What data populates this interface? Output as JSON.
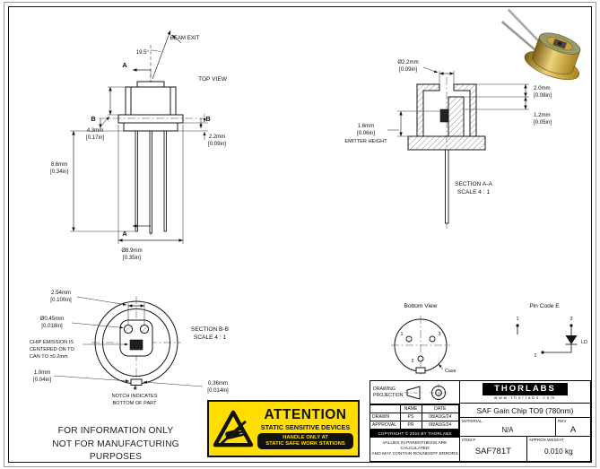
{
  "sheet": {
    "info_line1": "FOR INFORMATION ONLY",
    "info_line2": "NOT FOR MANUFACTURING PURPOSES"
  },
  "top_view": {
    "title": "TOP VIEW",
    "beam_exit_label": "BEAM EXIT",
    "beam_angle": "19.5°",
    "section_mark_a": "A",
    "section_mark_b": "B",
    "dim_cap_height": {
      "mm": "4.3mm",
      "inch": "[0.17in]"
    },
    "dim_flange_thickness": {
      "mm": "2.2mm",
      "inch": "[0.09in]"
    },
    "dim_pin_length": {
      "mm": "8.6mm",
      "inch": "[0.34in]"
    },
    "dim_can_diameter": {
      "mm": "Ø8.9mm",
      "inch": "[0.35in]"
    }
  },
  "section_aa": {
    "title": "SECTION A-A",
    "scale": "SCALE 4 : 1",
    "dim_aperture": {
      "mm": "Ø2.2mm",
      "inch": "[0.09in]"
    },
    "dim_cap_step": {
      "mm": "2.0mm",
      "inch": "[0.08in]"
    },
    "dim_window": {
      "mm": "1.2mm",
      "inch": "[0.05in]"
    },
    "dim_emitter": {
      "mm": "1.6mm",
      "inch": "[0.06in]"
    },
    "emitter_note": "EMITTER HEIGHT"
  },
  "section_bb": {
    "title": "SECTION B-B",
    "scale": "SCALE 4 : 1",
    "dim_pin_spacing": {
      "mm": "2.54mm",
      "inch": "[0.100in]"
    },
    "dim_pin_diameter": {
      "mm": "Ø0.45mm",
      "inch": "[0.018in]"
    },
    "chip_note_line1": "CHIP EMISSION IS",
    "chip_note_line2": "CENTERED ON TO",
    "chip_note_line3": "CAN TO ±0.2mm",
    "dim_notch_width": {
      "mm": "1.0mm",
      "inch": "[0.04in]"
    },
    "dim_notch_depth": {
      "mm": "0.36mm",
      "inch": "[0.014in]"
    },
    "notch_note_line1": "NOTCH INDICATES",
    "notch_note_line2": "BOTTOM OF PART"
  },
  "bottom_view": {
    "title": "Bottom View",
    "pin1": "1",
    "pin2": "2",
    "pin3": "3",
    "case_label": "Case"
  },
  "pin_code": {
    "title": "Pin Code E",
    "pin1": "1",
    "pin2": "2",
    "pin3": "3",
    "diode_label": "LD"
  },
  "attention": {
    "title": "ATTENTION",
    "subtitle": "STATIC SENSITIVE DEVICES",
    "bar_line1": "HANDLE ONLY AT",
    "bar_line2": "STATIC SAFE WORK STATIONS"
  },
  "title_block": {
    "projection_line1": "DRAWING",
    "projection_line2": "PROJECTION",
    "col_name": "NAME",
    "col_date": "DATE",
    "drawn_label": "DRAWN",
    "drawn_name": "PS",
    "drawn_date": "08/AUG/24",
    "approval_label": "APPROVAL",
    "approval_name": "PR",
    "approval_date": "08/AUG/24",
    "copyright": "COPYRIGHT © 2024 BY THORLABS",
    "disclaimer_line1": "VALUES IN PARENTHESIS ARE CALCULATED",
    "disclaimer_line2": "AND MAY CONTAIN ROUNDOFF ERRORS",
    "brand": "THORLABS",
    "website": "www.thorlabs.com",
    "drawing_title": "SAF Gain Chip TO9 (780nm)",
    "material_label": "MATERIAL",
    "material_value": "N/A",
    "rev_label": "REV",
    "rev_value": "A",
    "item_label": "ITEM #",
    "item_value": "SAF781T",
    "weight_label": "APPROX WEIGHT",
    "weight_value": "0.010 kg"
  },
  "colors": {
    "attention_yellow": "#FFDE00",
    "line_black": "#111111",
    "photo_gold": "#C9A43C"
  }
}
